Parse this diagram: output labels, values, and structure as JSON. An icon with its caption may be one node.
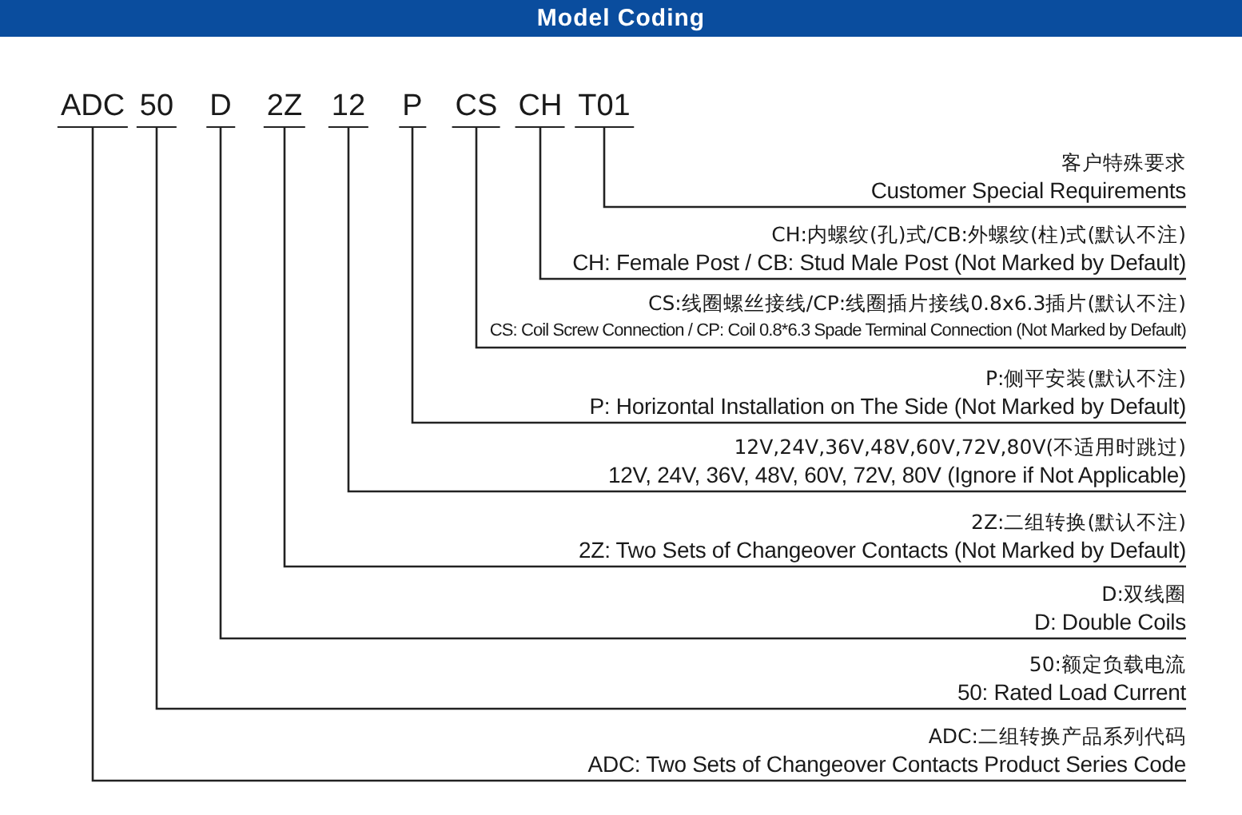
{
  "diagram": {
    "title": "Model Coding",
    "nodes": [
      {
        "text": [
          "ADC"
        ]
      },
      {
        "text": [
          "50"
        ]
      },
      {
        "text": [
          "D"
        ]
      },
      {
        "text": [
          "2Z"
        ]
      },
      {
        "text": [
          "12"
        ]
      },
      {
        "text": [
          "P"
        ]
      },
      {
        "text": [
          "CS"
        ]
      },
      {
        "text": [
          "CH"
        ]
      },
      {
        "text": [
          "T01"
        ]
      },
      {
        "text": [
          "客户特殊要求",
          "Customer Special Requirements"
        ]
      },
      {
        "text": [
          "CH:内螺纹(孔)式/CB:外螺纹(柱)式(默认不注)",
          "CH: Female Post / CB: Stud Male Post (Not Marked by Default)"
        ]
      },
      {
        "text": [
          "CS:线圈螺丝接线/CP:线圈插片接线0.8x6.3插片(默认不注)",
          "CS: Coil Screw Connection / CP: Coil 0.8*6.3 Spade Terminal Connection (Not Marked by Default)"
        ]
      },
      {
        "text": [
          "P:侧平安装(默认不注)",
          "P: Horizontal Installation on The Side (Not Marked by Default)"
        ]
      },
      {
        "text": [
          "12V,24V,36V,48V,60V,72V,80V(不适用时跳过)",
          "12V, 24V, 36V, 48V, 60V, 72V, 80V (Ignore if Not Applicable)"
        ]
      },
      {
        "text": [
          "2Z:二组转换(默认不注)",
          "2Z: Two Sets of Changeover Contacts (Not Marked by Default)"
        ]
      },
      {
        "text": [
          "D:双线圈",
          "D: Double Coils"
        ]
      },
      {
        "text": [
          "50:额定负载电流",
          "50: Rated Load Current"
        ]
      },
      {
        "text": [
          "ADC:二组转换产品系列代码",
          "ADC: Two Sets of Changeover Contacts Product Series Code"
        ]
      }
    ],
    "edges": [
      {
        "from": 8,
        "to": 9,
        "arrow": "none"
      },
      {
        "from": 7,
        "to": 10,
        "arrow": "none"
      },
      {
        "from": 6,
        "to": 11,
        "arrow": "none"
      },
      {
        "from": 5,
        "to": 12,
        "arrow": "none"
      },
      {
        "from": 4,
        "to": 13,
        "arrow": "none"
      },
      {
        "from": 3,
        "to": 14,
        "arrow": "none"
      },
      {
        "from": 2,
        "to": 15,
        "arrow": "none"
      },
      {
        "from": 1,
        "to": 16,
        "arrow": "none"
      },
      {
        "from": 0,
        "to": 17,
        "arrow": "none"
      }
    ]
  }
}
